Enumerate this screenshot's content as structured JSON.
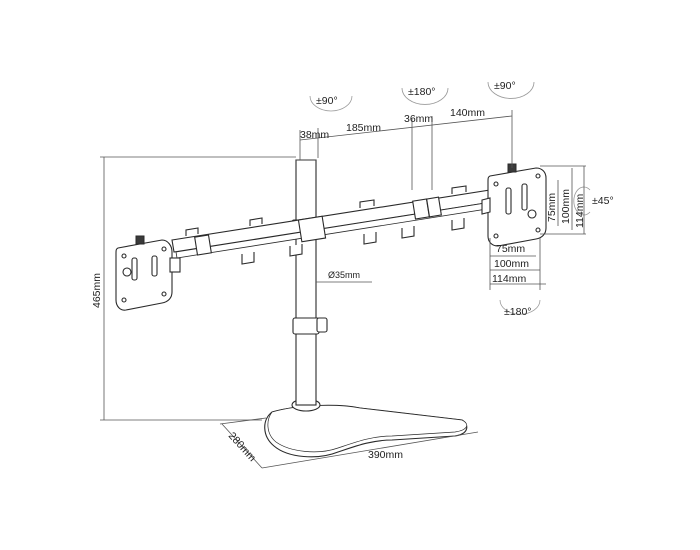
{
  "labels": {
    "rot_left_90": "±90°",
    "rot_center_180": "±180°",
    "rot_right_90": "±90°",
    "d_38": "38mm",
    "d_185": "185mm",
    "d_36": "36mm",
    "d_140": "140mm",
    "d_465": "465mm",
    "d_pole": "Ø35mm",
    "d_280": "280mm",
    "d_390": "390mm",
    "vesa_75_v": "75mm",
    "vesa_100_v": "100mm",
    "vesa_114_v": "114mm",
    "tilt_45": "±45°",
    "vesa_75_h": "75mm",
    "vesa_100_h": "100mm",
    "vesa_114_h": "114mm",
    "rot_plate_180": "±180°"
  },
  "colors": {
    "line": "#2a2a2a",
    "dimension_line": "#555555",
    "rotation_arc": "#9a9a9a"
  }
}
